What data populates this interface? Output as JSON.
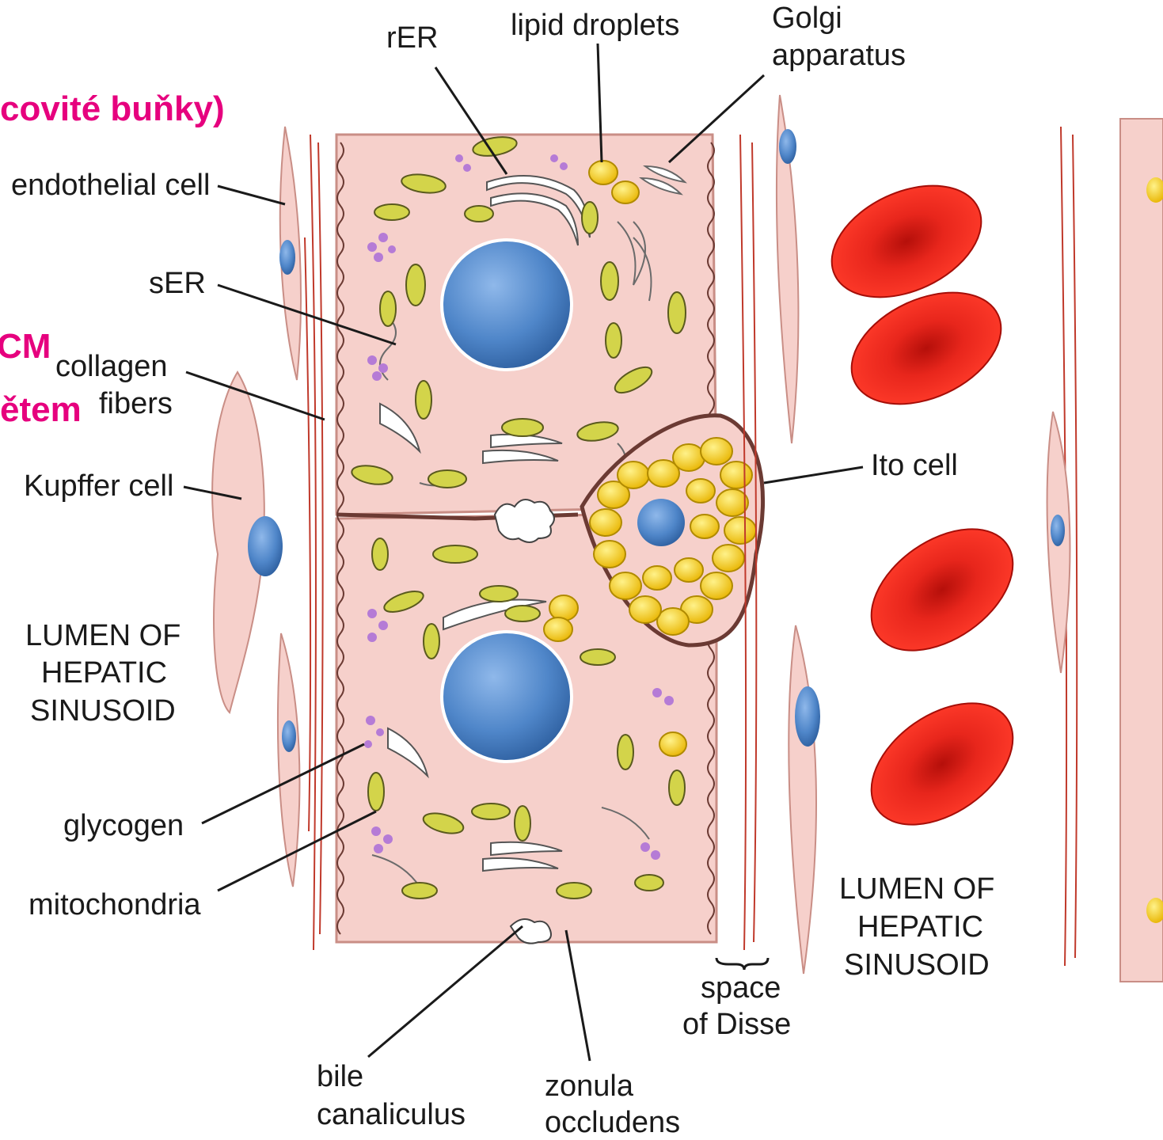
{
  "colors": {
    "background": "#ffffff",
    "cytoplasm": "#f6d0cb",
    "cytoplasm_edge": "#c98e86",
    "nucleus": "#4f86c9",
    "lipid": "#f5c400",
    "mitochondria": "#d3d44a",
    "rbc": "#e31b14",
    "ecm_fiber": "#c0392b",
    "overlay_text": "#e6007e"
  },
  "overlay": {
    "line1": "covité buňky)",
    "line2": "CM",
    "line3": "ětem"
  },
  "labels": {
    "rer": "rER",
    "lipid": "lipid droplets",
    "golgi_1": "Golgi",
    "golgi_2": "apparatus",
    "endothelial": "endothelial cell",
    "ser": "sER",
    "collagen_1": "collagen",
    "collagen_2": "fibers",
    "kupffer": "Kupffer cell",
    "ito": "Ito cell",
    "lumen_left_1": "LUMEN OF",
    "lumen_left_2": "HEPATIC",
    "lumen_left_3": "SINUSOID",
    "glycogen": "glycogen",
    "mito": "mitochondria",
    "lumen_right_1": "LUMEN OF",
    "lumen_right_2": "HEPATIC",
    "lumen_right_3": "SINUSOID",
    "disse_1": "space",
    "disse_2": "of Disse",
    "bile_1": "bile",
    "bile_2": "canaliculus",
    "zonula_1": "zonula",
    "zonula_2": "occludens"
  }
}
